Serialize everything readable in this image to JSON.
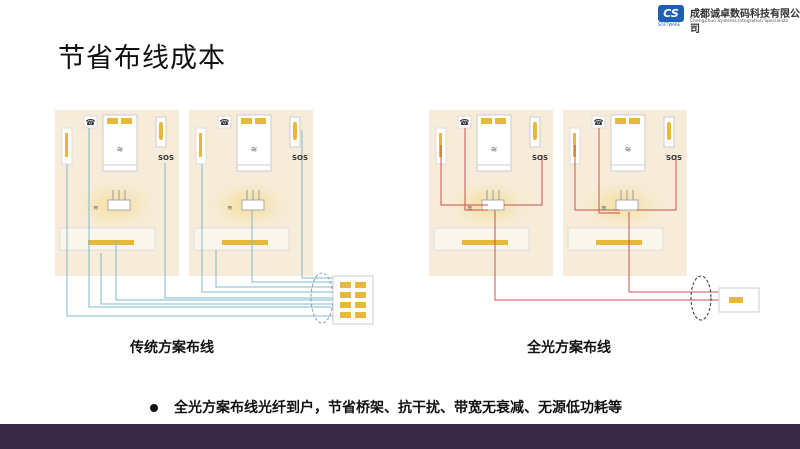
{
  "slide": {
    "title": "节省布线成本",
    "logo": {
      "mark": "CS",
      "sub": "SOFTWARE",
      "company": "成都诚卓数码科技有限公司",
      "tagline": "ChengZhuo Systems Integration Specialists"
    },
    "captions": {
      "traditional": "传统方案布线",
      "all_optical": "全光方案布线"
    },
    "bullet": "全光方案布线光纤到户，节省桥架、抗干扰、带宽无衰减、无源低功耗等",
    "room_labels": {
      "sos": "SOS"
    },
    "colors": {
      "traditional_cable": "#7fb9cf",
      "optical_cable": "#c9504f",
      "room_bg": "#f6ecd9",
      "accent_yellow": "#e7b83a",
      "footer": "#3b2a47"
    }
  }
}
